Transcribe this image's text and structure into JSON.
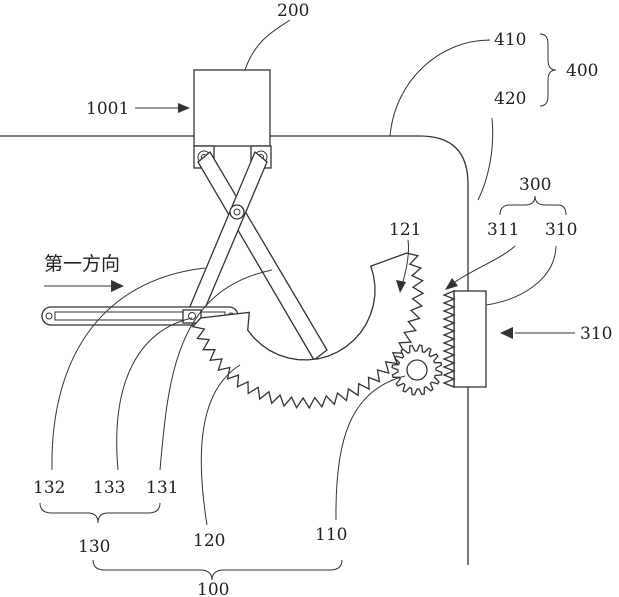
{
  "labels": {
    "l200": "200",
    "l1001": "1001",
    "l410": "410",
    "l420": "420",
    "l400": "400",
    "l300": "300",
    "l311": "311",
    "l310a": "310",
    "l310b": "310",
    "l121": "121",
    "direction": "第一方向",
    "l132": "132",
    "l133": "133",
    "l131": "131",
    "l130": "130",
    "l120": "120",
    "l110": "110",
    "l100": "100"
  },
  "colors": {
    "line": "#333333",
    "pivot_fill": "#e0e0e0",
    "background": "#ffffff"
  }
}
